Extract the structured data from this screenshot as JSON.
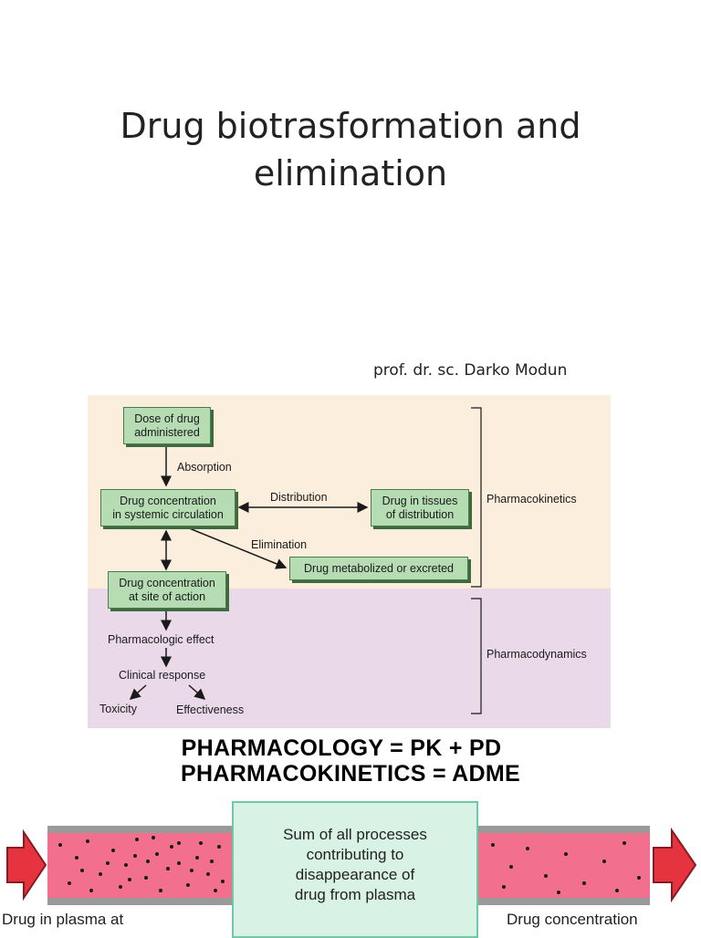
{
  "title": {
    "line1": "Drug biotrasformation and",
    "line2": "elimination"
  },
  "author": "prof. dr. sc. Darko Modun",
  "diagram": {
    "dose_line1": "Dose of drug",
    "dose_line2": "administered",
    "absorption": "Absorption",
    "conc_line1": "Drug concentration",
    "conc_line2": "in systemic circulation",
    "distribution": "Distribution",
    "tissue_line1": "Drug in tissues",
    "tissue_line2": "of distribution",
    "elimination": "Elimination",
    "metabolized": "Drug metabolized or excreted",
    "site_line1": "Drug concentration",
    "site_line2": "at site of action",
    "effect": "Pharmacologic effect",
    "clinical": "Clinical response",
    "toxicity": "Toxicity",
    "effectiveness": "Effectiveness",
    "pk_label": "Pharmacokinetics",
    "pd_label": "Pharmacodynamics"
  },
  "formulas": {
    "line1": "PHARMACOLOGY = PK + PD",
    "line2": "PHARMACOKINETICS = ADME"
  },
  "bottom": {
    "summary_line1": "Sum of all processes",
    "summary_line2": "contributing to",
    "summary_line3": "disappearance of",
    "summary_line4": "drug from plasma",
    "left_label": "Drug in plasma at",
    "right_label": "Drug concentration"
  },
  "colors": {
    "pk_band": "#fbeedd",
    "pd_band": "#ead9e8",
    "box_fill": "#b5dcb3",
    "vessel": "#f2708e",
    "arrow_red": "#e63340",
    "summary_fill": "#d9f2e6"
  }
}
